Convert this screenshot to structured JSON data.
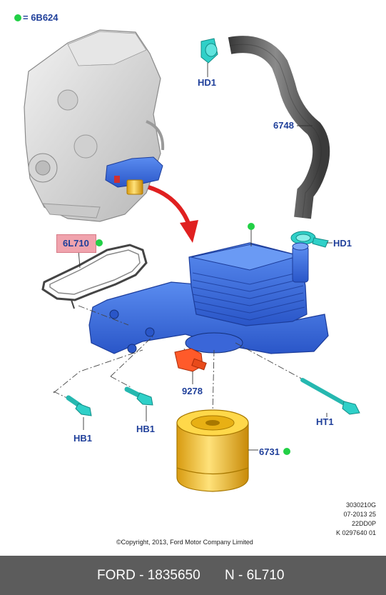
{
  "legend": {
    "ref": "= 6B624"
  },
  "callouts": {
    "hd1_top": "HD1",
    "hose": "6748",
    "hd1_right": "HD1",
    "gasket": "6L710",
    "sensor": "9278",
    "hb1_left": "HB1",
    "hb1_mid": "HB1",
    "ht1": "HT1",
    "filter": "6731"
  },
  "reference": [
    "3030210G",
    "07-2013 25",
    "22DD0P",
    "K 0297640 01"
  ],
  "copyright": "©Copyright, 2013, Ford Motor Company Limited",
  "footer": {
    "left": "FORD - 1835650",
    "right": "N - 6L710"
  },
  "colors": {
    "label": "#1f3f9a",
    "marker": "#22d046",
    "highlight": "#f0a3ad",
    "part_blue": "#3a6ee0",
    "filter_yellow": "#f4c21d",
    "footer_bg": "#5c5c5c"
  }
}
